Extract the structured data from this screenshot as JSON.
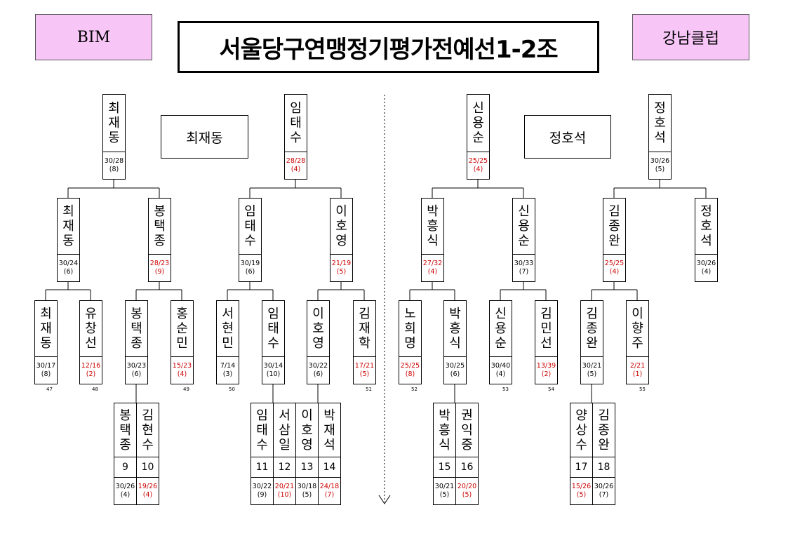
{
  "header": {
    "left_team": "BIM",
    "right_team": "강남클럽",
    "title": "서울당구연맹정기평가전예선1-2조"
  },
  "winners": [
    "최재동",
    "정호석"
  ],
  "players": [
    {
      "id": "p1",
      "name": "최재동",
      "score": "30/28",
      "sub": "(8)",
      "red": false
    },
    {
      "id": "p2",
      "name": "임태수",
      "score": "28/28",
      "sub": "(4)",
      "red": true
    },
    {
      "id": "p3",
      "name": "신용순",
      "score": "25/25",
      "sub": "(4)",
      "red": true
    },
    {
      "id": "p4",
      "name": "정호석",
      "score": "30/26",
      "sub": "(5)",
      "red": false
    },
    {
      "id": "p5",
      "name": "최재동",
      "score": "30/24",
      "sub": "(6)",
      "red": false
    },
    {
      "id": "p6",
      "name": "봉택종",
      "score": "28/23",
      "sub": "(9)",
      "red": true
    },
    {
      "id": "p7",
      "name": "임태수",
      "score": "30/19",
      "sub": "(6)",
      "red": false
    },
    {
      "id": "p8",
      "name": "이호영",
      "score": "21/19",
      "sub": "(5)",
      "red": true
    },
    {
      "id": "p9",
      "name": "박흥식",
      "score": "27/32",
      "sub": "(4)",
      "red": true
    },
    {
      "id": "p10",
      "name": "신용순",
      "score": "30/33",
      "sub": "(7)",
      "red": false
    },
    {
      "id": "p11",
      "name": "김종완",
      "score": "25/25",
      "sub": "(4)",
      "red": true
    },
    {
      "id": "p12",
      "name": "정호석",
      "score": "30/26",
      "sub": "(4)",
      "red": false
    },
    {
      "id": "p13",
      "name": "최재동",
      "score": "30/17",
      "sub": "(8)",
      "red": false
    },
    {
      "id": "p14",
      "name": "유창선",
      "score": "12/16",
      "sub": "(2)",
      "red": true
    },
    {
      "id": "p15",
      "name": "봉택종",
      "score": "30/23",
      "sub": "(6)",
      "red": false
    },
    {
      "id": "p16",
      "name": "홍순민",
      "score": "15/23",
      "sub": "(4)",
      "red": true
    },
    {
      "id": "p17",
      "name": "서현민",
      "score": "7/14",
      "sub": "(3)",
      "red": false
    },
    {
      "id": "p18",
      "name": "임태수",
      "score": "30/14",
      "sub": "(10)",
      "red": false
    },
    {
      "id": "p19",
      "name": "이호영",
      "score": "30/22",
      "sub": "(6)",
      "red": false
    },
    {
      "id": "p20",
      "name": "김재학",
      "score": "17/21",
      "sub": "(5)",
      "red": true
    },
    {
      "id": "p21",
      "name": "노희명",
      "score": "25/25",
      "sub": "(8)",
      "red": true
    },
    {
      "id": "p22",
      "name": "박흥식",
      "score": "30/25",
      "sub": "(6)",
      "red": false
    },
    {
      "id": "p23",
      "name": "신용순",
      "score": "30/40",
      "sub": "(4)",
      "red": false
    },
    {
      "id": "p24",
      "name": "김민선",
      "score": "13/39",
      "sub": "(2)",
      "red": true
    },
    {
      "id": "p25",
      "name": "김종완",
      "score": "30/21",
      "sub": "(5)",
      "red": false
    },
    {
      "id": "p26",
      "name": "이향주",
      "score": "2/21",
      "sub": "(1)",
      "red": true
    },
    {
      "id": "p27",
      "name": "봉택종",
      "num": "9",
      "score": "30/26",
      "sub": "(4)",
      "red": false
    },
    {
      "id": "p28",
      "name": "김현수",
      "num": "10",
      "score": "19/26",
      "sub": "(4)",
      "red": true
    },
    {
      "id": "p29",
      "name": "임태수",
      "num": "11",
      "score": "30/22",
      "sub": "(9)",
      "red": false
    },
    {
      "id": "p30",
      "name": "서삼일",
      "num": "12",
      "score": "20/21",
      "sub": "(10)",
      "red": true
    },
    {
      "id": "p31",
      "name": "이호영",
      "num": "13",
      "score": "30/18",
      "sub": "(5)",
      "red": false
    },
    {
      "id": "p32",
      "name": "박재석",
      "num": "14",
      "score": "24/18",
      "sub": "(7)",
      "red": true
    },
    {
      "id": "p33",
      "name": "박흥식",
      "num": "15",
      "score": "30/21",
      "sub": "(5)",
      "red": false
    },
    {
      "id": "p34",
      "name": "권익중",
      "num": "16",
      "score": "20/20",
      "sub": "(5)",
      "red": true
    },
    {
      "id": "p35",
      "name": "양상수",
      "num": "17",
      "score": "15/26",
      "sub": "(5)",
      "red": true
    },
    {
      "id": "p36",
      "name": "김종완",
      "num": "18",
      "score": "30/26",
      "sub": "(7)",
      "red": false
    }
  ],
  "match_numbers": [
    "47",
    "48",
    "49",
    "50",
    "51",
    "52",
    "53",
    "54",
    "55"
  ]
}
